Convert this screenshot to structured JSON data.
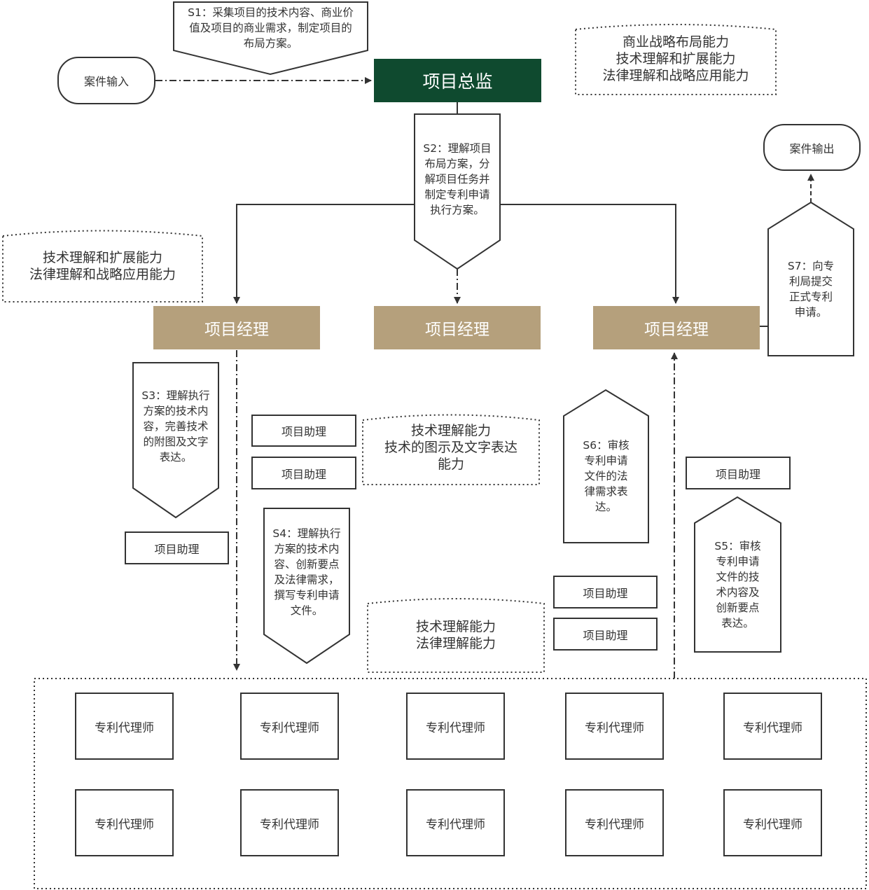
{
  "nodes": {
    "input": "案件输入",
    "output": "案件输出",
    "director": "项目总监",
    "manager_left": "项目经理",
    "manager_center": "项目经理",
    "manager_right": "项目经理",
    "assistant_s3": "项目助理",
    "assistant_center_1": "项目助理",
    "assistant_center_2": "项目助理",
    "assistant_s5": "项目助理",
    "assistant_s6_1": "项目助理",
    "assistant_s6_2": "项目助理",
    "agents": [
      "专利代理师",
      "专利代理师",
      "专利代理师",
      "专利代理师",
      "专利代理师",
      "专利代理师",
      "专利代理师",
      "专利代理师",
      "专利代理师",
      "专利代理师"
    ]
  },
  "steps": {
    "s1": "S1：采集项目的技术内容、商业价\n值及项目的商业需求，制定项目的\n布局方案。",
    "s2": "S2：理解项目\n布局方案，分\n解项目任务并\n制定专利申请\n执行方案。",
    "s3": "S3：理解执行\n方案的技术内\n容，完善技术\n的附图及文字\n表达。",
    "s4": "S4：理解执行\n方案的技术内\n容、创新要点\n及法律需求，\n撰写专利申请\n文件。",
    "s5": "S5：审核\n专利申请\n文件的技\n术内容及\n创新要点\n表达。",
    "s6": "S6：审核\n专利申请\n文件的法\n律需求表\n达。",
    "s7": "S7：向专\n利局提交\n正式专利\n申请。"
  },
  "capabilities": {
    "director": "商业战略布局能力\n技术理解和扩展能力\n法律理解和战略应用能力",
    "manager": "技术理解和扩展能力\n法律理解和战略应用能力",
    "assistant": "技术理解能力\n技术的图示及文字表达\n能力",
    "agent": "技术理解能力\n法律理解能力"
  },
  "colors": {
    "director": "#0f4a2f",
    "manager": "#b5a07c",
    "line": "#333333"
  }
}
